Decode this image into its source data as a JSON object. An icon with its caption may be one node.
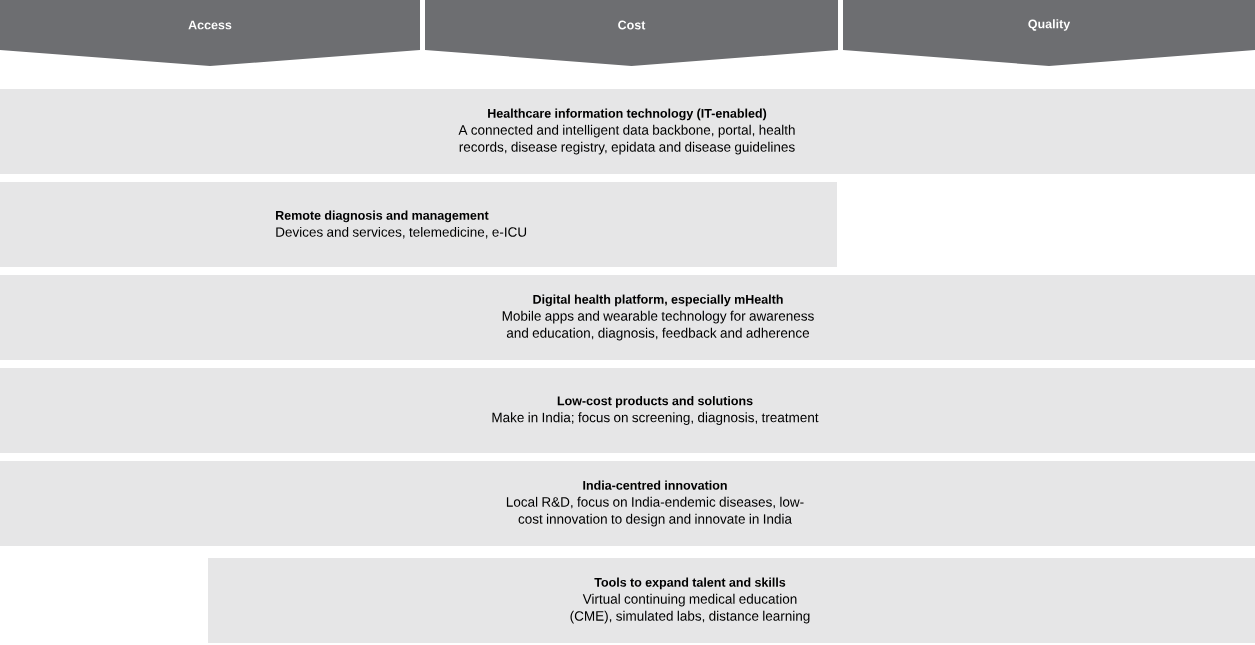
{
  "diagram": {
    "nodes": [
      {
        "text": [
          "Access"
        ]
      },
      {
        "text": [
          "Cost"
        ]
      },
      {
        "text": [
          "Quality"
        ]
      },
      {
        "text": [
          "Healthcare information technology (IT-enabled)",
          "A connected and intelligent data backbone, portal, health records, disease registry, epidata and disease guidelines"
        ]
      },
      {
        "text": [
          "Remote diagnosis and management",
          "Devices and services, telemedicine, e-ICU"
        ]
      },
      {
        "text": [
          "Digital health platform, especially mHealth",
          "Mobile apps and wearable technology for awareness and education, diagnosis, feedback and adherence"
        ]
      },
      {
        "text": [
          "Low-cost products and solutions",
          "Make in India; focus on screening, diagnosis, treatment"
        ]
      },
      {
        "text": [
          "India-centred innovation",
          "Local R&D, focus on India-endemic diseases, low-cost innovation to design and innovate in India"
        ]
      },
      {
        "text": [
          "Tools to expand talent and skills",
          "Virtual continuing medical education (CME), simulated labs, distance learning"
        ]
      }
    ]
  }
}
